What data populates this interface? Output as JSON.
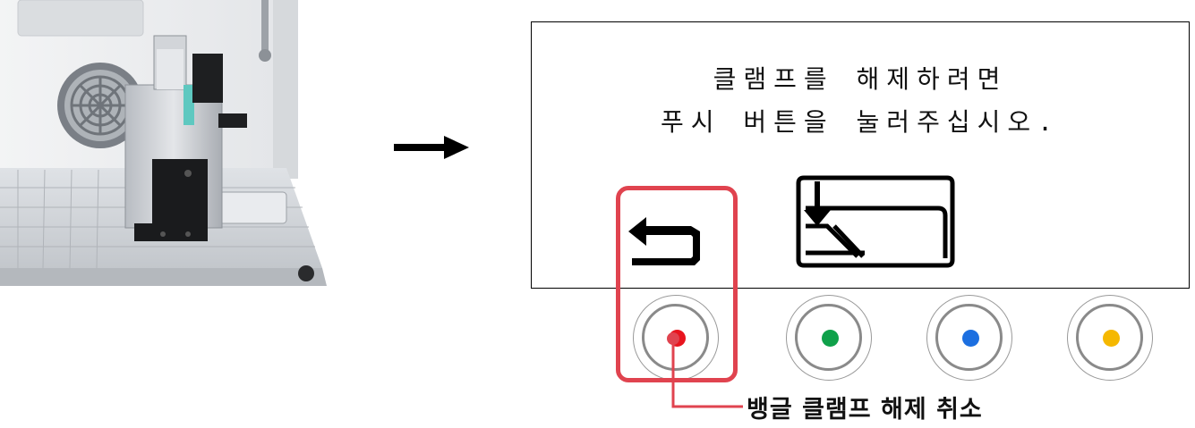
{
  "screen": {
    "line1": "클램프를 해제하려면",
    "line2": "푸시 버튼을 눌러주십시오."
  },
  "buttons": [
    {
      "name": "red",
      "color": "#e8141e",
      "highlighted": true
    },
    {
      "name": "green",
      "color": "#0fa14a"
    },
    {
      "name": "blue",
      "color": "#1c6fe0"
    },
    {
      "name": "yellow",
      "color": "#f5b800"
    }
  ],
  "callout": {
    "label": "뱅글 클램프 해제 취소",
    "color": "#e0434f"
  },
  "icons": {
    "screen_left": "back-arrow-icon",
    "screen_right": "clamp-release-icon",
    "flow": "right-arrow-icon"
  }
}
